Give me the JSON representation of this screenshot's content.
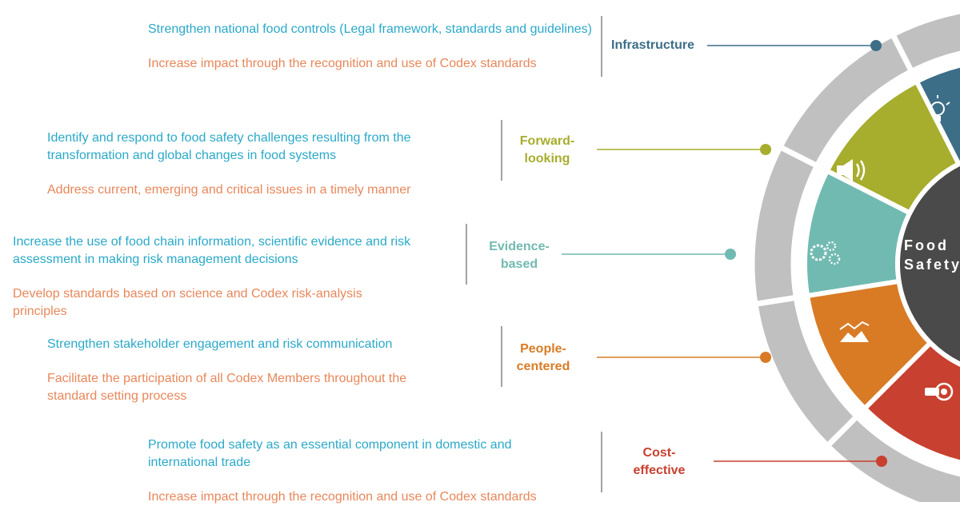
{
  "rows": [
    {
      "category": "Infrastructure",
      "color": "#3d6e87",
      "actions": [
        "Strengthen national food controls (Legal framework, standards and guidelines)",
        "Increase impact through the recognition and use of Codex standards"
      ]
    },
    {
      "category": "Forward-\nlooking",
      "color": "#a7ad2c",
      "actions": [
        "Identify and respond to food safety challenges resulting from the transformation and global changes in food systems",
        "Address current, emerging and critical issues in a timely manner"
      ]
    },
    {
      "category": "Evidence-\nbased",
      "color": "#71bab1",
      "actions": [
        "Increase the use of food chain information, scientific evidence and risk assessment in making risk management decisions",
        "Develop standards based on science and Codex risk-analysis principles"
      ]
    },
    {
      "category": "People-\ncentered",
      "color": "#d97b25",
      "actions": [
        "Strengthen stakeholder engagement and risk communication",
        "Facilitate the participation of all Codex Members throughout the standard setting process"
      ]
    },
    {
      "category": "Cost-\neffective",
      "color": "#c8402f",
      "actions": [
        "Promote food safety as an essential component in domestic and international trade",
        "Increase impact through the recognition and use of Codex standards"
      ]
    }
  ],
  "center_label": "Food\nSafety",
  "colors": {
    "text_blue": "#2aa9c9",
    "text_orange": "#e8875a",
    "ring_gray": "#c0c0c0",
    "center_dark": "#4a4a4a",
    "teal_dark": "#3d6e87",
    "olive": "#a7ad2c",
    "teal_light": "#71bab1",
    "orange": "#d97b25",
    "red": "#c8402f"
  },
  "icons": [
    "lightbulb-icon",
    "megaphone-icon",
    "gears-icon",
    "mountain-chart-icon",
    "target-icon"
  ]
}
